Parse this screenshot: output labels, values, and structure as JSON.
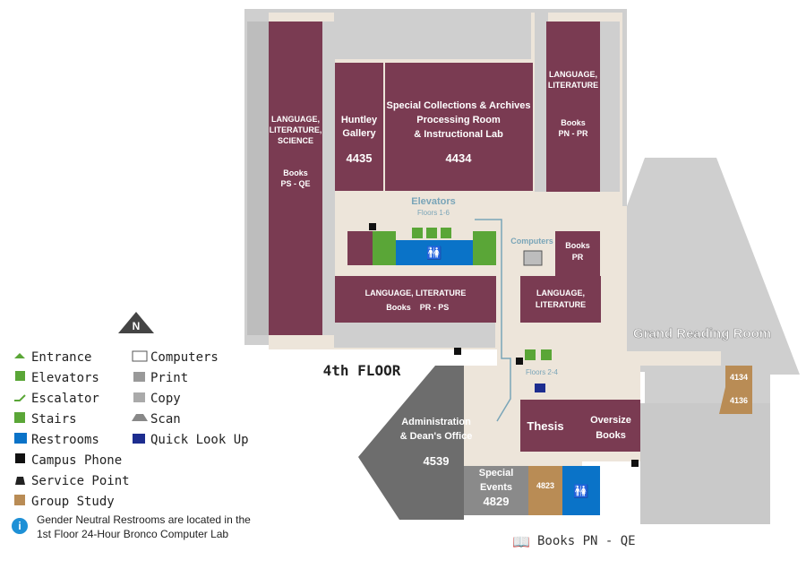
{
  "floor_label": "4th FLOOR",
  "north_label": "N",
  "rooms": {
    "west_books": {
      "lines": [
        "LANGUAGE,",
        "LITERATURE,",
        "SCIENCE"
      ],
      "books": "Books",
      "range": "PS - QE"
    },
    "huntley": {
      "lines": [
        "Huntley",
        "Gallery"
      ],
      "number": "4435"
    },
    "special_collections": {
      "lines": [
        "Special Collections & Archives",
        "Processing Room",
        "& Instructional Lab"
      ],
      "number": "4434"
    },
    "east_books": {
      "lines": [
        "LANGUAGE,",
        "LITERATURE"
      ],
      "books": "Books",
      "range": "PN - PR"
    },
    "books_pr": {
      "lines": [
        "Books",
        "PR"
      ]
    },
    "lang_lit_ps": {
      "line1": "LANGUAGE, LITERATURE",
      "books": "Books",
      "range": "PR - PS"
    },
    "lang_lit_small": {
      "lines": [
        "LANGUAGE,",
        "LITERATURE"
      ]
    },
    "admin": {
      "lines": [
        "Administration",
        "& Dean's Office"
      ],
      "number": "4539"
    },
    "special_events": {
      "lines": [
        "Special",
        "Events"
      ],
      "number": "4829"
    },
    "group_4823": "4823",
    "thesis": "Thesis",
    "oversize": {
      "lines": [
        "Oversize",
        "Books"
      ]
    },
    "group_4134": "4134",
    "group_4136": "4136"
  },
  "labels": {
    "elevators": "Elevators",
    "elevators_floors": "Floors 1-6",
    "computers": "Computers",
    "escalator_floors": "Floors 2-4",
    "grand_reading_room": "Grand Reading Room",
    "books_pn_qe": "Books PN - QE"
  },
  "legend": {
    "col1": [
      {
        "icon": "entrance",
        "label": "Entrance"
      },
      {
        "icon": "elevator",
        "label": "Elevators"
      },
      {
        "icon": "escalator",
        "label": "Escalator"
      },
      {
        "icon": "stairs",
        "label": "Stairs"
      },
      {
        "icon": "restroom",
        "label": "Restrooms"
      },
      {
        "icon": "phone",
        "label": "Campus Phone"
      },
      {
        "icon": "service",
        "label": "Service Point"
      },
      {
        "icon": "group-study",
        "label": "Group Study"
      }
    ],
    "col2": [
      {
        "icon": "computer",
        "label": "Computers"
      },
      {
        "icon": "print",
        "label": "Print"
      },
      {
        "icon": "copy",
        "label": "Copy"
      },
      {
        "icon": "scan",
        "label": "Scan"
      },
      {
        "icon": "quick-look-up",
        "label": "Quick Look Up"
      }
    ],
    "note_line1": "Gender Neutral Restrooms are located in the",
    "note_line2": "1st Floor 24-Hour Bronco Computer Lab"
  },
  "colors": {
    "room": "#7a3b52",
    "floor": "#ede5da",
    "wall": "#cfcfcf",
    "restroom": "#0a73c8",
    "stairs": "#5aa637",
    "group_study": "#b98c55"
  }
}
